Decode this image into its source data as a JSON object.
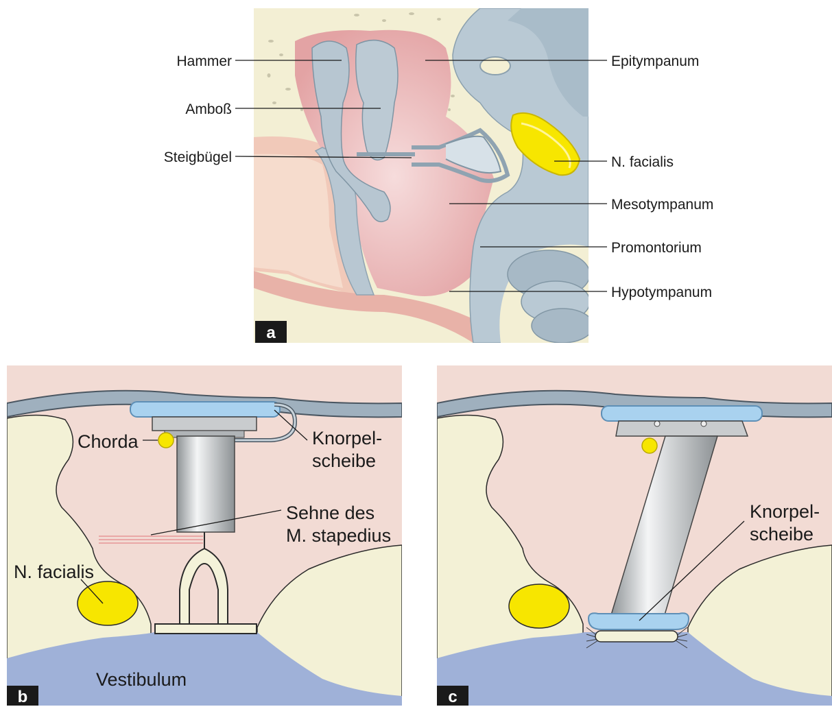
{
  "panel_a": {
    "letter": "a",
    "labels_left": {
      "hammer": "Hammer",
      "amboss": "Amboß",
      "steigbuegel": "Steigbügel"
    },
    "labels_right": {
      "epitympanum": "Epitympanum",
      "n_facialis": "N. facialis",
      "mesotympanum": "Mesotympanum",
      "promontorium": "Promontorium",
      "hypotympanum": "Hypotympanum"
    }
  },
  "panel_b": {
    "letter": "b",
    "chorda": "Chorda",
    "knorpel_line1": "Knorpel-",
    "knorpel_line2": "scheibe",
    "sehne_line1": "Sehne des",
    "sehne_line2": "M. stapedius",
    "n_facialis": "N. facialis",
    "vestibulum": "Vestibulum"
  },
  "panel_c": {
    "letter": "c",
    "knorpel_line1": "Knorpel-",
    "knorpel_line2": "scheibe"
  },
  "colors": {
    "bone": "#f2f0d6",
    "mucosa": "#f2d9d3",
    "membrane": "#9fb0be",
    "cartilage": "#a9d2ef",
    "facial_nerve": "#f7e600",
    "vestibulum": "#9fb1d8",
    "ossicle": "#b7c6d1",
    "pink": "#e6a2a4"
  }
}
